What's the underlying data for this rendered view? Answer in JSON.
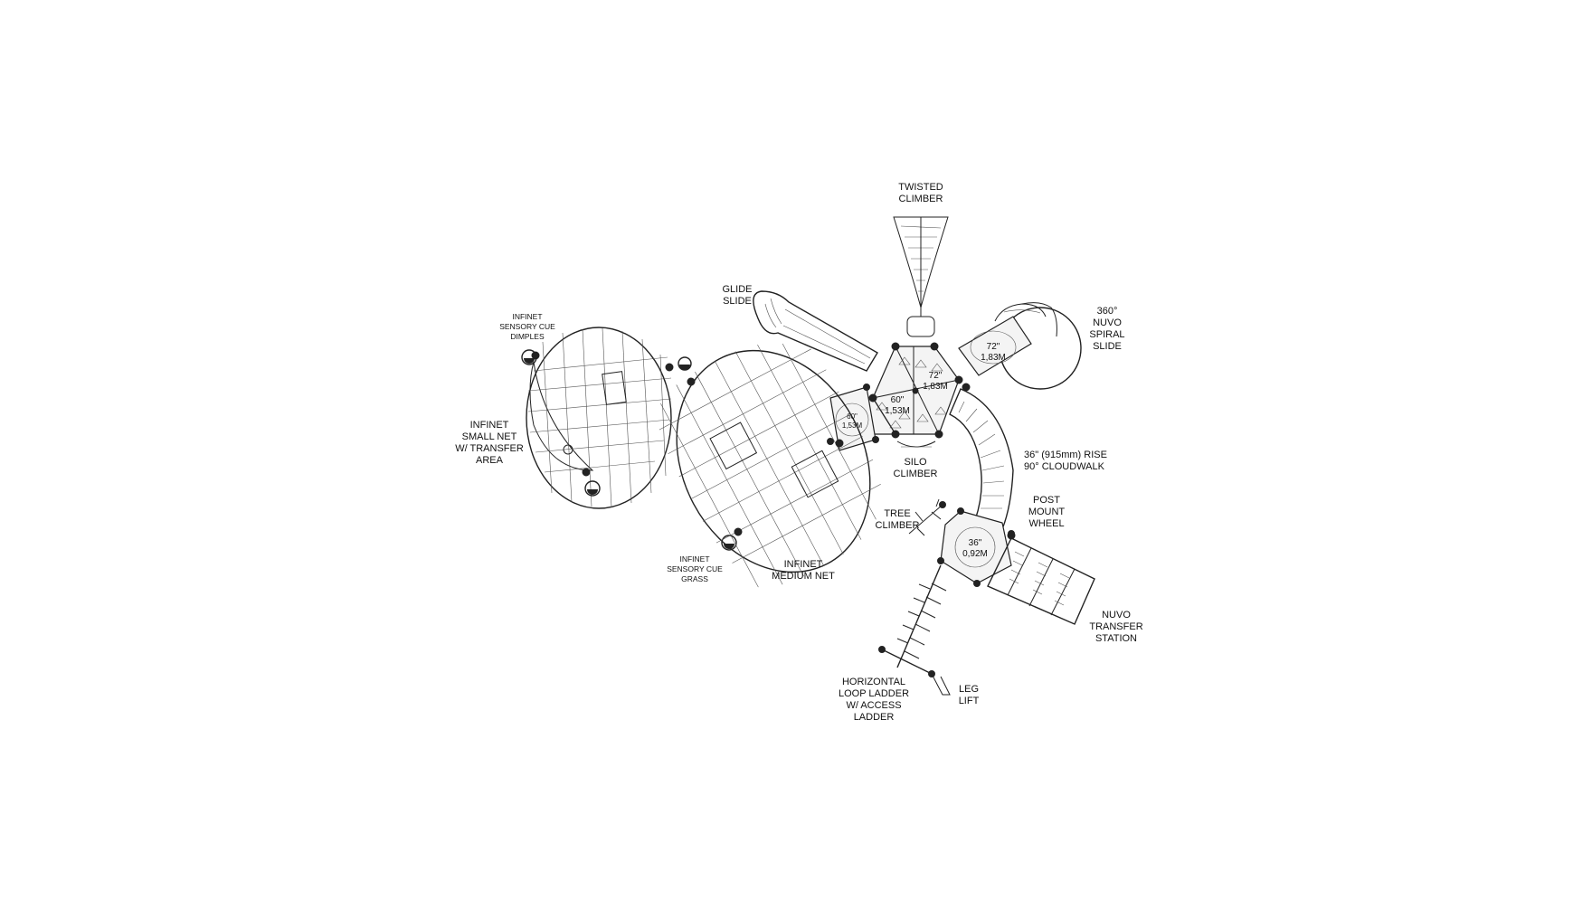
{
  "labels": {
    "twisted_climber": [
      "TWISTED",
      "CLIMBER"
    ],
    "glide_slide": [
      "GLIDE",
      "SLIDE"
    ],
    "spiral_slide": [
      "360°",
      "NUVO",
      "SPIRAL",
      "SLIDE"
    ],
    "sensory_dimples": [
      "INFINET",
      "SENSORY CUE",
      "DIMPLES"
    ],
    "small_net": [
      "INFINET",
      "SMALL NET",
      "W/ TRANSFER",
      "AREA"
    ],
    "silo_climber": [
      "SILO",
      "CLIMBER"
    ],
    "cloudwalk": [
      "36\" (915mm) RISE",
      "90° CLOUDWALK"
    ],
    "post_mount_wheel": [
      "POST",
      "MOUNT",
      "WHEEL"
    ],
    "tree_climber": [
      "TREE",
      "CLIMBER"
    ],
    "sensory_grass": [
      "INFINET",
      "SENSORY CUE",
      "GRASS"
    ],
    "medium_net": [
      "INFINET",
      "MEDIUM NET"
    ],
    "transfer_station": [
      "NUVO",
      "TRANSFER",
      "STATION"
    ],
    "loop_ladder": [
      "HORIZONTAL",
      "LOOP LADDER",
      "W/ ACCESS",
      "LADDER"
    ],
    "leg_lift": [
      "LEG",
      "LIFT"
    ]
  },
  "deck_heights": {
    "deck_72_top": [
      "72\"",
      "1,83M"
    ],
    "deck_72_center": [
      "72\"",
      "1,83M"
    ],
    "deck_60": [
      "60\"",
      "1,53M"
    ],
    "deck_60_small": [
      "60\"",
      "1,53M"
    ],
    "deck_36": [
      "36\"",
      "0,92M"
    ]
  },
  "colors": {
    "line": "#222222",
    "background": "#ffffff",
    "deck_fill": "#f4f4f4"
  }
}
